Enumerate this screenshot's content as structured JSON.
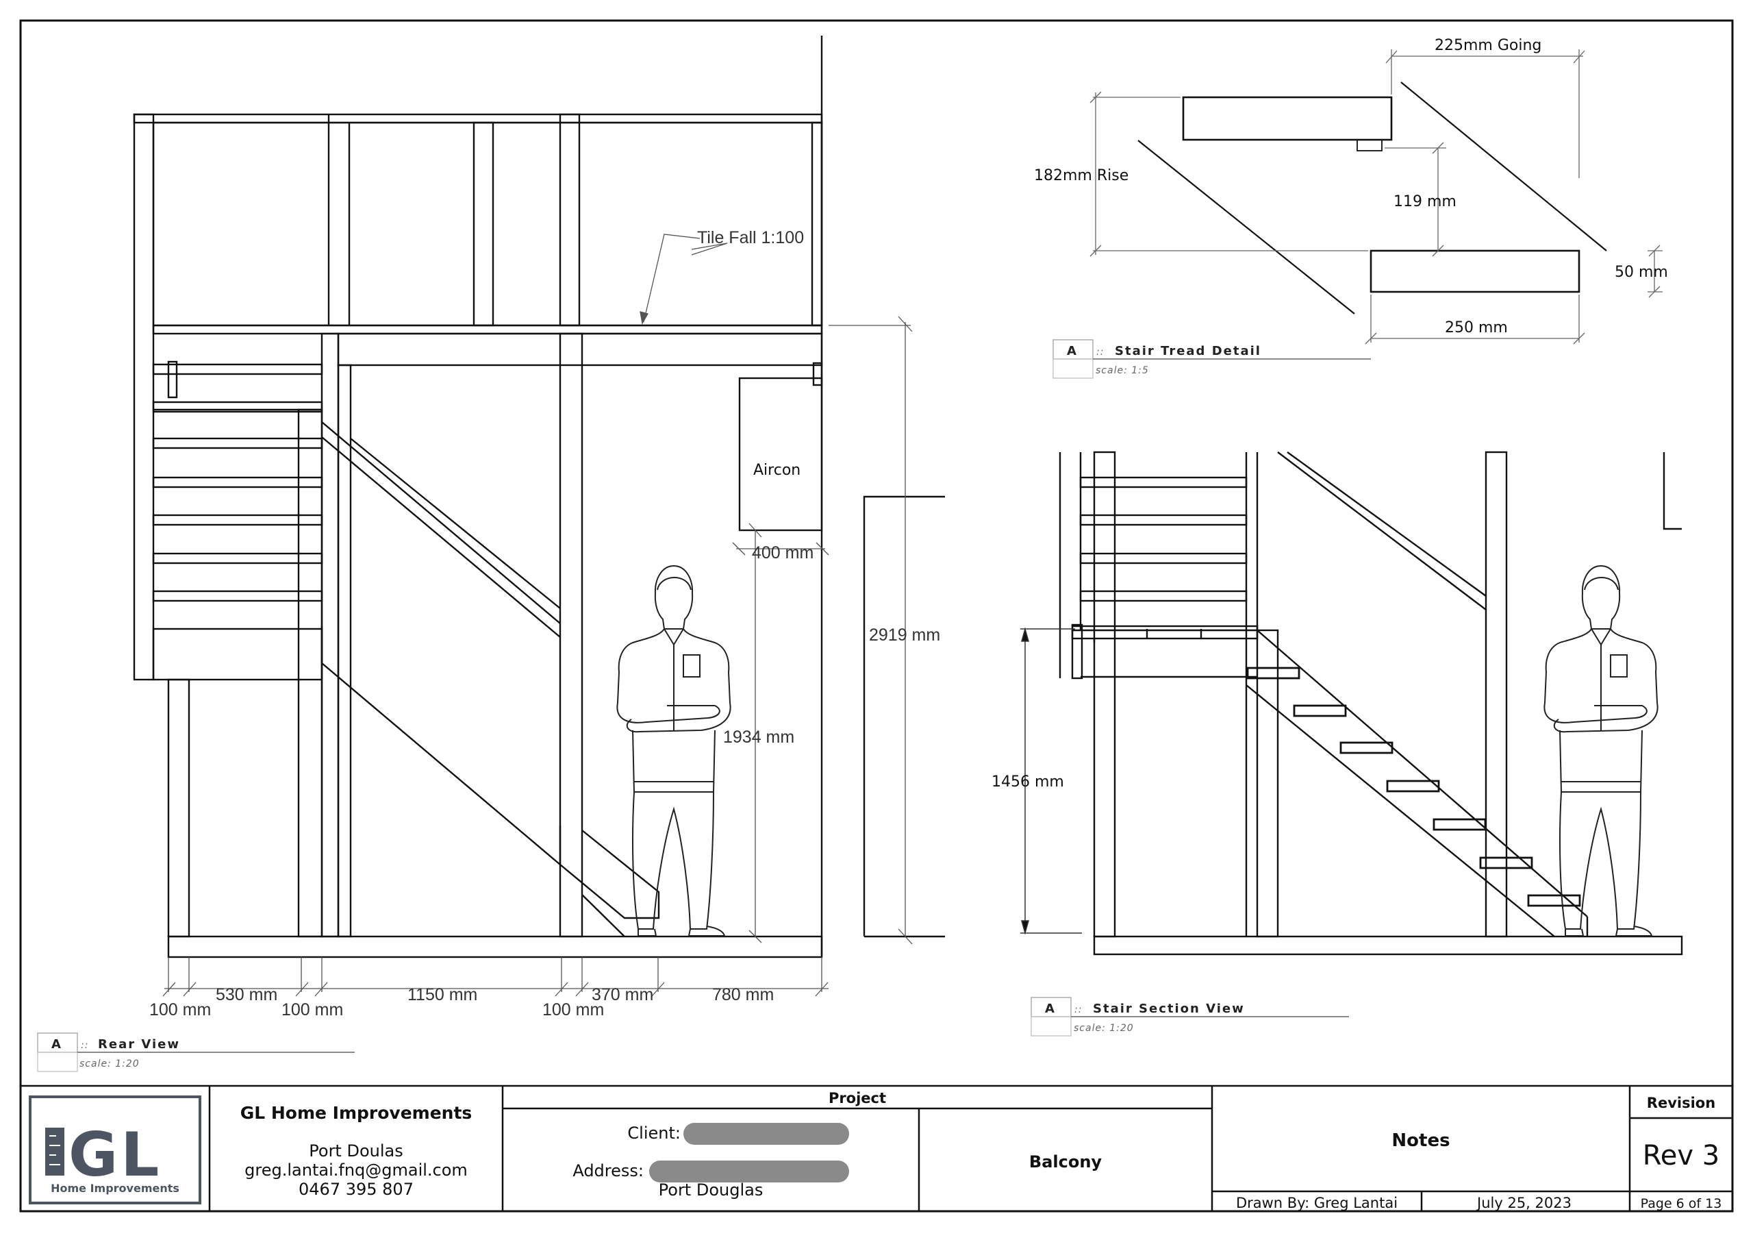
{
  "rear_view": {
    "view_letter": "A",
    "label": "Rear View",
    "scale": "scale: 1:20",
    "aircon_label": "Aircon",
    "tile_fall": "Tile Fall 1:100",
    "dim_2919": "2919 mm",
    "dim_1934": "1934 mm",
    "dim_400": "400 mm",
    "dim_530": "530 mm",
    "dim_1150": "1150 mm",
    "dim_370": "370 mm",
    "dim_780": "780 mm",
    "dim_100_a": "100 mm",
    "dim_100_b": "100 mm",
    "dim_100_c": "100 mm"
  },
  "tread_detail": {
    "view_letter": "A",
    "label": "Stair Tread Detail",
    "scale": "scale: 1:5",
    "going": "225mm Going",
    "rise": "182mm Rise",
    "gap": "119 mm",
    "thickness": "50 mm",
    "depth": "250 mm"
  },
  "section_view": {
    "view_letter": "A",
    "label": "Stair Section View",
    "scale": "scale: 1:20",
    "dim_1456": "1456 mm"
  },
  "title_block": {
    "logo_text": "GL",
    "logo_sub": "Home Improvements",
    "company": "GL Home Improvements",
    "town": "Port Doulas",
    "email": "greg.lantai.fnq@gmail.com",
    "phone": "0467 395 807",
    "project_heading": "Project",
    "client_label": "Client:",
    "address_label": "Address:",
    "address_value": "Port Douglas",
    "project_name": "Balcony",
    "notes_heading": "Notes",
    "drawn_by": "Drawn By: Greg Lantai",
    "date": "July 25, 2023",
    "revision_heading": "Revision",
    "revision": "Rev 3",
    "page": "Page 6 of 13"
  }
}
